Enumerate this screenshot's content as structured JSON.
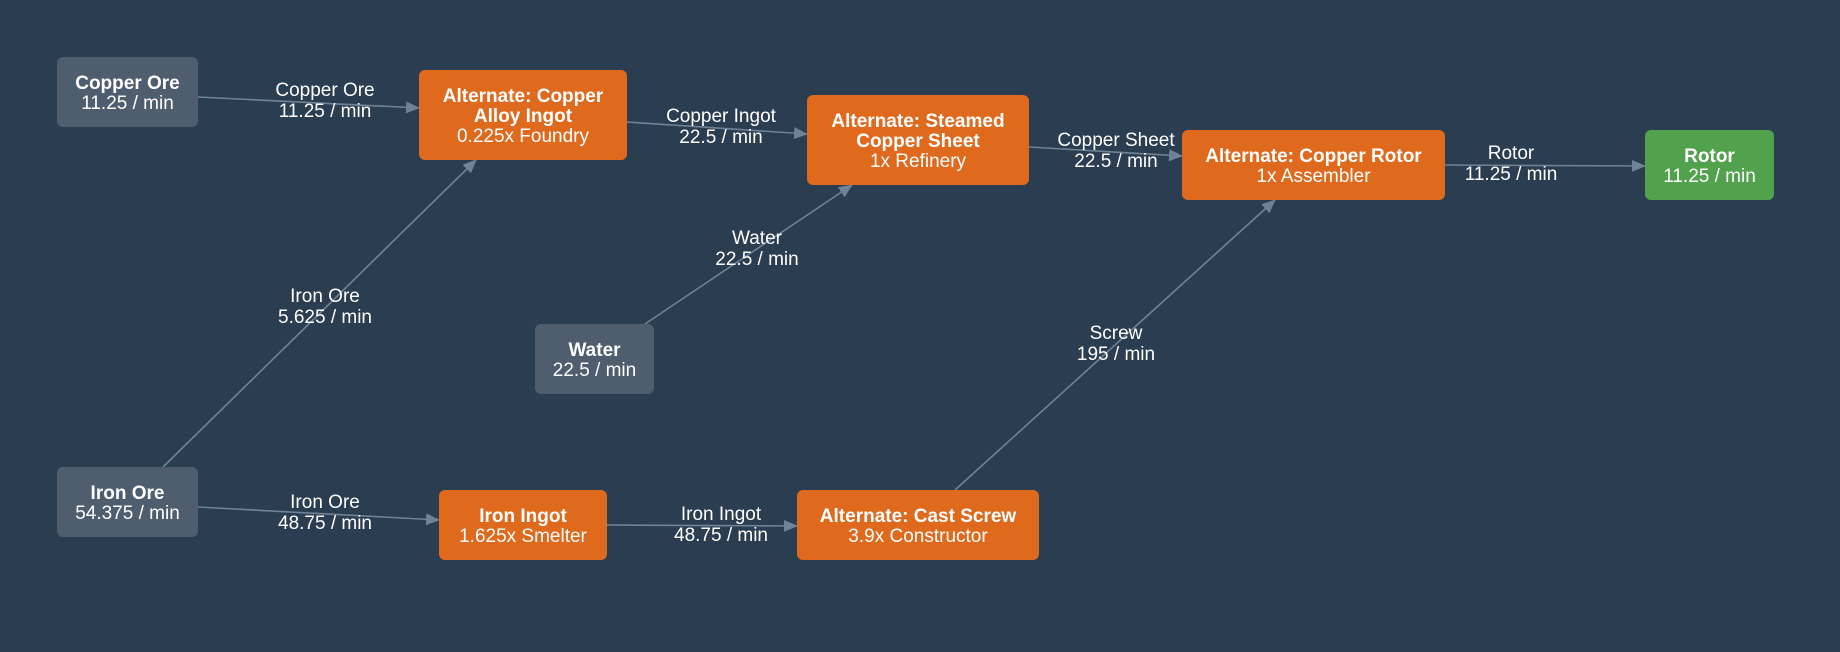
{
  "colors": {
    "background": "#2b3d50",
    "input": "#4f5e6e",
    "recipe": "#df6a1d",
    "output": "#52a14d",
    "edge": "#6f8396",
    "text": "#ffffff"
  },
  "nodes": [
    {
      "id": "copper-ore",
      "kind": "input",
      "title_lines": [
        "Copper Ore"
      ],
      "sub": "11.25 / min"
    },
    {
      "id": "iron-ore",
      "kind": "input",
      "title_lines": [
        "Iron Ore"
      ],
      "sub": "54.375 / min"
    },
    {
      "id": "water",
      "kind": "input",
      "title_lines": [
        "Water"
      ],
      "sub": "22.5 / min"
    },
    {
      "id": "copper-alloy-ingot",
      "kind": "recipe",
      "title_lines": [
        "Alternate: Copper",
        "Alloy Ingot"
      ],
      "sub": "0.225x Foundry"
    },
    {
      "id": "iron-ingot",
      "kind": "recipe",
      "title_lines": [
        "Iron Ingot"
      ],
      "sub": "1.625x Smelter"
    },
    {
      "id": "steamed-copper-sheet",
      "kind": "recipe",
      "title_lines": [
        "Alternate: Steamed",
        "Copper Sheet"
      ],
      "sub": "1x Refinery"
    },
    {
      "id": "cast-screw",
      "kind": "recipe",
      "title_lines": [
        "Alternate: Cast Screw"
      ],
      "sub": "3.9x Constructor"
    },
    {
      "id": "copper-rotor",
      "kind": "recipe",
      "title_lines": [
        "Alternate: Copper Rotor"
      ],
      "sub": "1x Assembler"
    },
    {
      "id": "rotor",
      "kind": "output",
      "title_lines": [
        "Rotor"
      ],
      "sub": "11.25 / min"
    }
  ],
  "edges": [
    {
      "from": "copper-ore",
      "to": "copper-alloy-ingot",
      "label": [
        "Copper Ore",
        "11.25 / min"
      ]
    },
    {
      "from": "iron-ore",
      "to": "copper-alloy-ingot",
      "label": [
        "Iron Ore",
        "5.625 / min"
      ]
    },
    {
      "from": "iron-ore",
      "to": "iron-ingot",
      "label": [
        "Iron Ore",
        "48.75 / min"
      ]
    },
    {
      "from": "copper-alloy-ingot",
      "to": "steamed-copper-sheet",
      "label": [
        "Copper Ingot",
        "22.5 / min"
      ]
    },
    {
      "from": "water",
      "to": "steamed-copper-sheet",
      "label": [
        "Water",
        "22.5 / min"
      ]
    },
    {
      "from": "iron-ingot",
      "to": "cast-screw",
      "label": [
        "Iron Ingot",
        "48.75 / min"
      ]
    },
    {
      "from": "steamed-copper-sheet",
      "to": "copper-rotor",
      "label": [
        "Copper Sheet",
        "22.5 / min"
      ]
    },
    {
      "from": "cast-screw",
      "to": "copper-rotor",
      "label": [
        "Screw",
        "195 / min"
      ]
    },
    {
      "from": "copper-rotor",
      "to": "rotor",
      "label": [
        "Rotor",
        "11.25 / min"
      ]
    }
  ]
}
